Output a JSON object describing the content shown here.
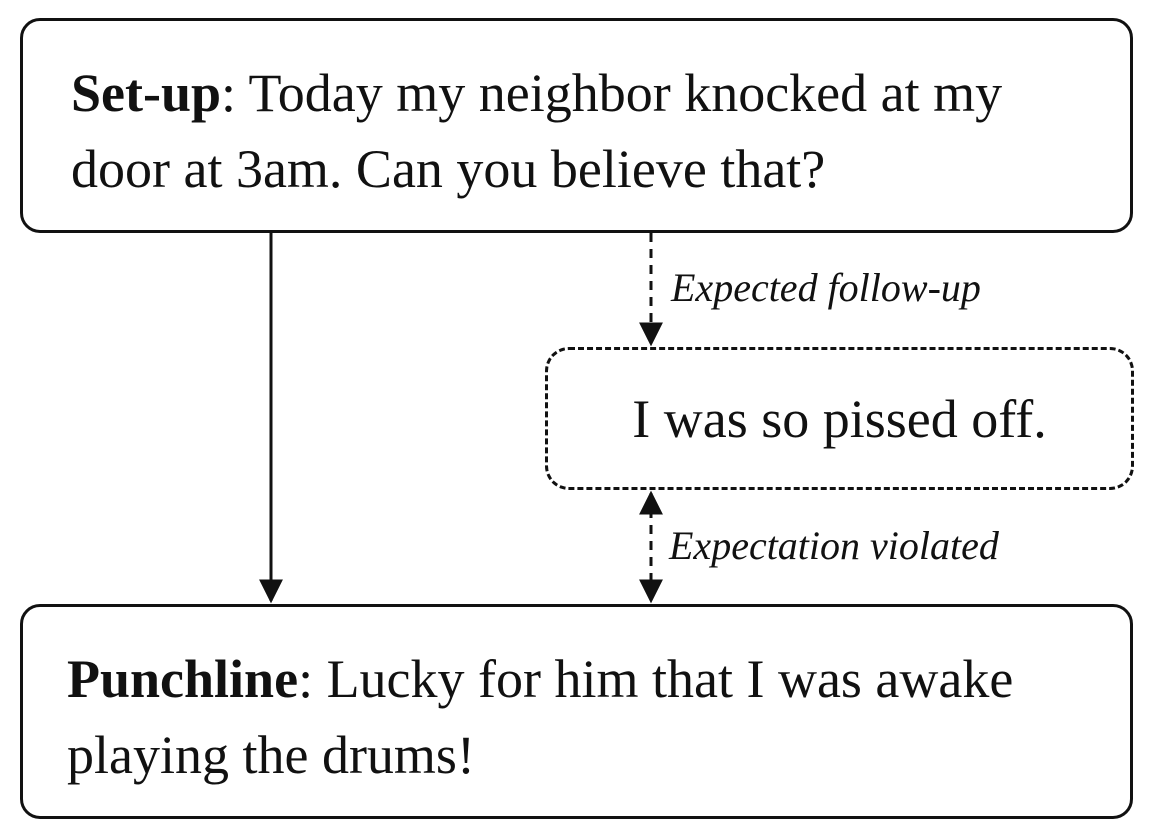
{
  "setup": {
    "lead": "Set-up",
    "line1": ": Today my neighbor knocked at my",
    "line2": "door at 3am. Can you believe that?"
  },
  "expected_followup": {
    "text": "I was so pissed off."
  },
  "punchline": {
    "lead": "Punchline",
    "line1": ": Lucky for him that I was awake",
    "line2": "playing the drums!"
  },
  "edges": {
    "expected_label": "Expected follow-up",
    "violated_label": "Expectation violated"
  }
}
